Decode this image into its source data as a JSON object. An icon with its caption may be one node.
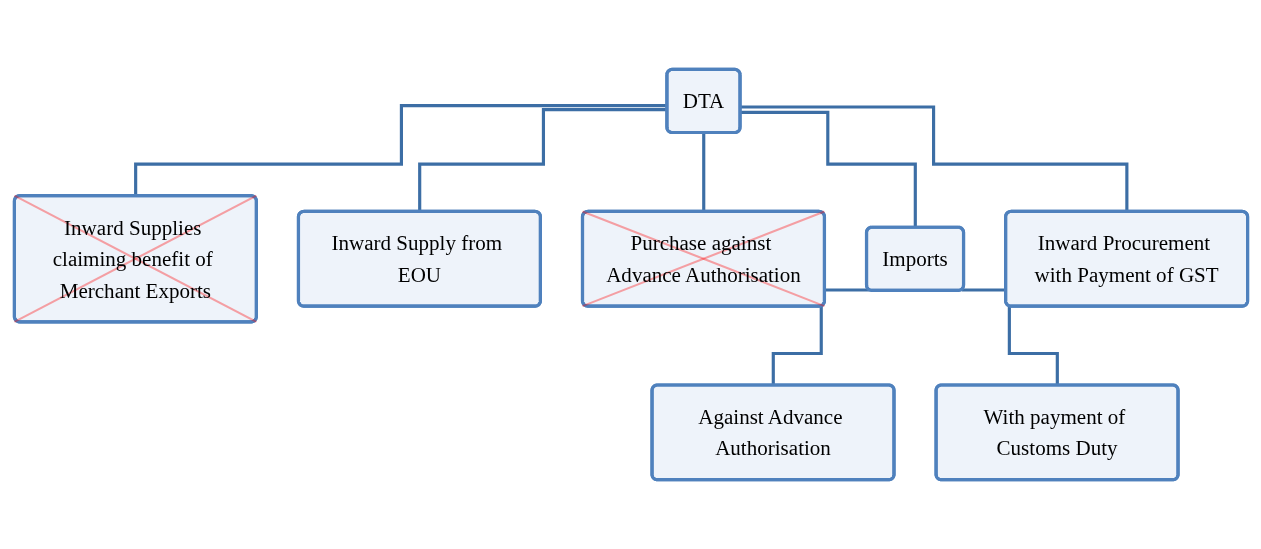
{
  "diagram": {
    "nodes": [
      {
        "text": [
          "DTA"
        ]
      },
      {
        "text": [
          "Inward Supplies claiming benefit of Merchant Exports"
        ]
      },
      {
        "text": [
          "Inward Supply from EOU"
        ]
      },
      {
        "text": [
          "Purchase against Advance Authorisation"
        ]
      },
      {
        "text": [
          "Imports"
        ]
      },
      {
        "text": [
          "Inward Procurement with Payment of GST"
        ]
      },
      {
        "text": [
          "Against Advance Authorisation"
        ]
      },
      {
        "text": [
          "With payment of Customs Duty"
        ]
      }
    ],
    "edges": [
      {
        "from": 0,
        "to": 1,
        "arrow": "none"
      },
      {
        "from": 0,
        "to": 2,
        "arrow": "none"
      },
      {
        "from": 0,
        "to": 3,
        "arrow": "none"
      },
      {
        "from": 0,
        "to": 4,
        "arrow": "none"
      },
      {
        "from": 0,
        "to": 5,
        "arrow": "none"
      },
      {
        "from": 4,
        "to": 6,
        "arrow": "none"
      },
      {
        "from": 4,
        "to": 7,
        "arrow": "none"
      }
    ]
  }
}
